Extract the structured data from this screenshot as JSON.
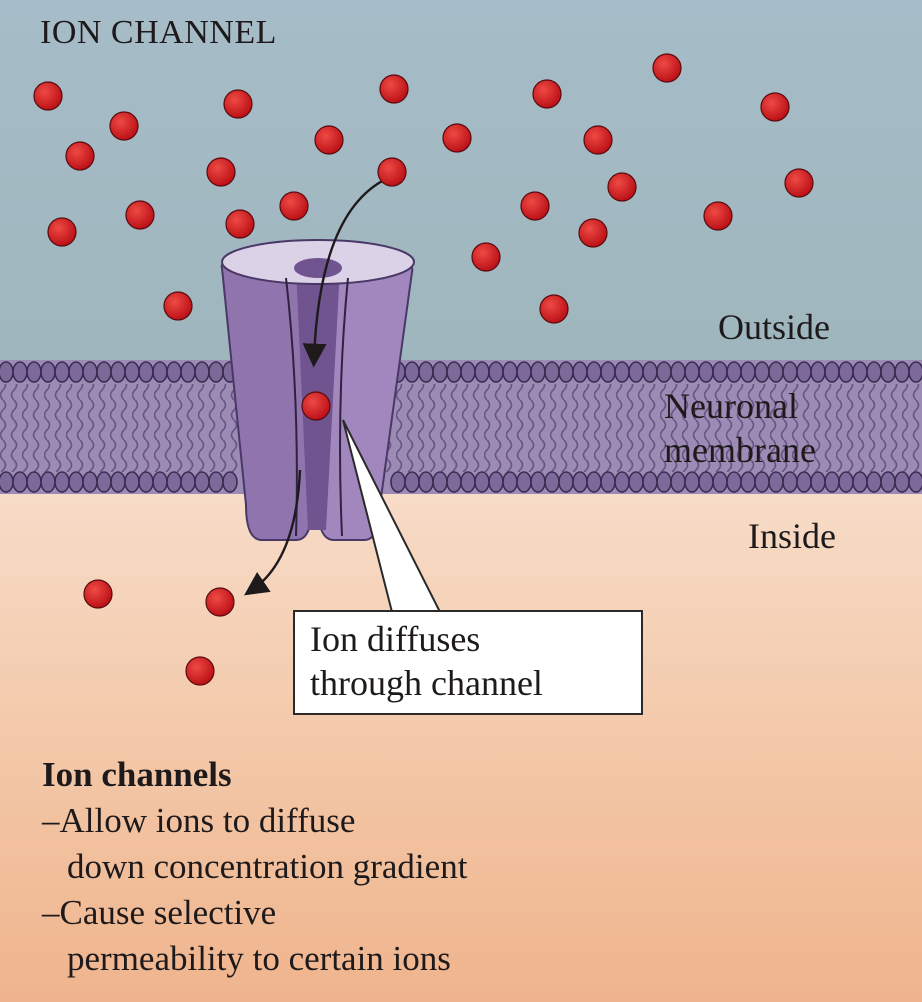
{
  "title": "ION CHANNEL",
  "labels": {
    "outside": "Outside",
    "membrane_line1": "Neuronal",
    "membrane_line2": "membrane",
    "inside": "Inside"
  },
  "callout": {
    "line1": "Ion diffuses",
    "line2": "through channel"
  },
  "summary": {
    "heading": "Ion channels",
    "item1_line1": "–Allow ions to diffuse",
    "item1_line2": "down concentration gradient",
    "item2_line1": "–Cause selective",
    "item2_line2": "permeability to certain ions"
  },
  "colors": {
    "outside_bg": "#9fb8c4",
    "inside_bg": "#f2c6a6",
    "membrane": "#8c7aa6",
    "channel": "#9a7fb5",
    "ion": "#c8141c"
  }
}
